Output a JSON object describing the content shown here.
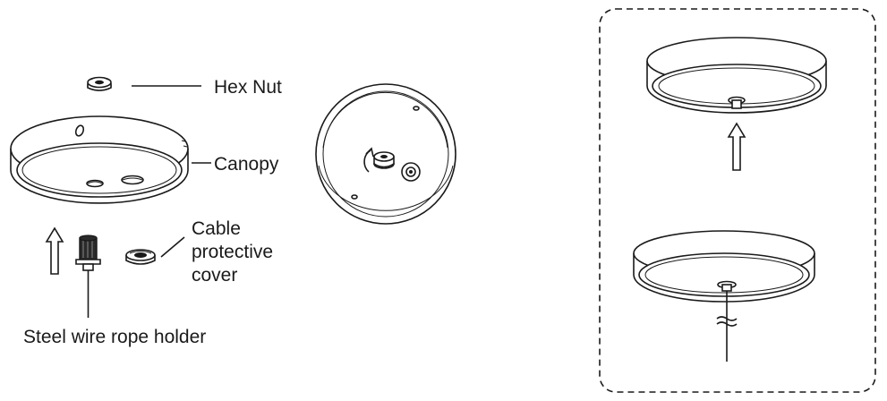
{
  "labels": {
    "hex_nut": "Hex Nut",
    "canopy": "Canopy",
    "cable_cover_line1": "Cable",
    "cable_cover_line2": "protective",
    "cable_cover_line3": "cover",
    "wire_holder": "Steel wire rope holder"
  },
  "colors": {
    "ink": "#1a1a1a",
    "fill_light": "#f2f2f2",
    "fill_dark": "#2a2a2a"
  },
  "icons": [
    "hex-nut-icon",
    "canopy-icon",
    "steel-wire-rope-holder-icon",
    "cable-protective-cover-icon",
    "up-arrow-icon",
    "rotate-arrow-icon",
    "wavy-break-icon"
  ]
}
